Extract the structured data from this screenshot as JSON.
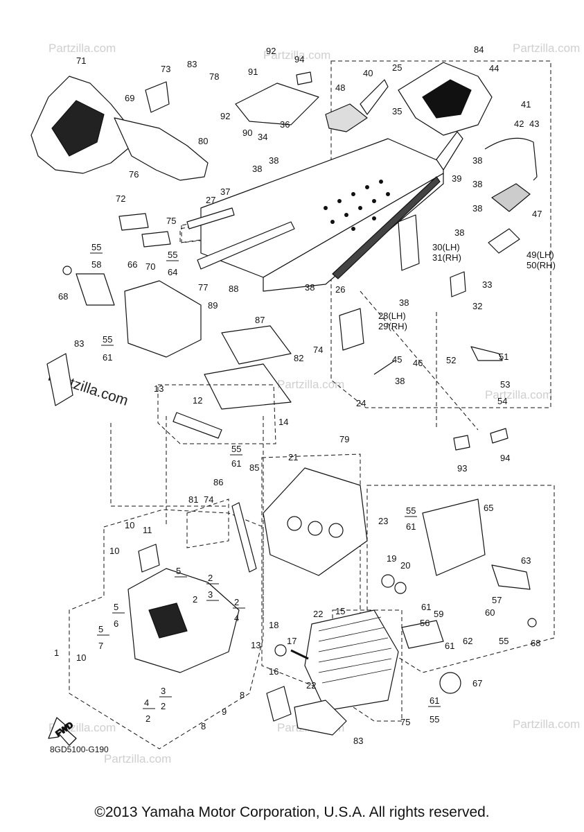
{
  "diagram": {
    "code": "8GD5100-G190",
    "fwd_label": "FWD",
    "watermark": "Partzilla.com",
    "callouts": [
      {
        "id": "c71",
        "text": "71"
      },
      {
        "id": "c73",
        "text": "73"
      },
      {
        "id": "c83a",
        "text": "83"
      },
      {
        "id": "c78",
        "text": "78"
      },
      {
        "id": "c92a",
        "text": "92"
      },
      {
        "id": "c91",
        "text": "91"
      },
      {
        "id": "c94a",
        "text": "94"
      },
      {
        "id": "c48",
        "text": "48"
      },
      {
        "id": "c40",
        "text": "40"
      },
      {
        "id": "c25",
        "text": "25"
      },
      {
        "id": "c84",
        "text": "84"
      },
      {
        "id": "c44",
        "text": "44"
      },
      {
        "id": "c69",
        "text": "69"
      },
      {
        "id": "c92b",
        "text": "92"
      },
      {
        "id": "c90",
        "text": "90"
      },
      {
        "id": "c36",
        "text": "36"
      },
      {
        "id": "c35",
        "text": "35"
      },
      {
        "id": "c41",
        "text": "41"
      },
      {
        "id": "c42",
        "text": "42"
      },
      {
        "id": "c43",
        "text": "43"
      },
      {
        "id": "c80",
        "text": "80"
      },
      {
        "id": "c34",
        "text": "34"
      },
      {
        "id": "c38a",
        "text": "38"
      },
      {
        "id": "c38b",
        "text": "38"
      },
      {
        "id": "c38c",
        "text": "38"
      },
      {
        "id": "c39",
        "text": "39"
      },
      {
        "id": "c38d",
        "text": "38"
      },
      {
        "id": "c76",
        "text": "76"
      },
      {
        "id": "c37",
        "text": "37"
      },
      {
        "id": "c72",
        "text": "72"
      },
      {
        "id": "c27",
        "text": "27"
      },
      {
        "id": "c38e",
        "text": "38"
      },
      {
        "id": "c47",
        "text": "47"
      },
      {
        "id": "c75a",
        "text": "75"
      },
      {
        "id": "c38f",
        "text": "38"
      },
      {
        "id": "c70",
        "text": "70"
      },
      {
        "id": "c55a",
        "text": "55"
      },
      {
        "id": "c58",
        "text": "58"
      },
      {
        "id": "c3031",
        "text": "30(LH)\n31(RH)"
      },
      {
        "id": "c4950",
        "text": "49(LH)\n50(RH)"
      },
      {
        "id": "c55b",
        "text": "55"
      },
      {
        "id": "c64",
        "text": "64"
      },
      {
        "id": "c66",
        "text": "66"
      },
      {
        "id": "c68a",
        "text": "68"
      },
      {
        "id": "c77",
        "text": "77"
      },
      {
        "id": "c26",
        "text": "26"
      },
      {
        "id": "c33",
        "text": "33"
      },
      {
        "id": "c38g",
        "text": "38"
      },
      {
        "id": "c32",
        "text": "32"
      },
      {
        "id": "c88",
        "text": "88"
      },
      {
        "id": "c89",
        "text": "89"
      },
      {
        "id": "c38h",
        "text": "38"
      },
      {
        "id": "c2829",
        "text": "28(LH)\n29(RH)"
      },
      {
        "id": "c87",
        "text": "87"
      },
      {
        "id": "c83b",
        "text": "83"
      },
      {
        "id": "c55c",
        "text": "55"
      },
      {
        "id": "c61a",
        "text": "61"
      },
      {
        "id": "c82",
        "text": "82"
      },
      {
        "id": "c74a",
        "text": "74"
      },
      {
        "id": "c46",
        "text": "46"
      },
      {
        "id": "c52",
        "text": "52"
      },
      {
        "id": "c51",
        "text": "51"
      },
      {
        "id": "c45",
        "text": "45"
      },
      {
        "id": "c38i",
        "text": "38"
      },
      {
        "id": "c53",
        "text": "53"
      },
      {
        "id": "c54",
        "text": "54"
      },
      {
        "id": "c24",
        "text": "24"
      },
      {
        "id": "c13a",
        "text": "13"
      },
      {
        "id": "c12",
        "text": "12"
      },
      {
        "id": "c14",
        "text": "14"
      },
      {
        "id": "c93",
        "text": "93"
      },
      {
        "id": "c94b",
        "text": "94"
      },
      {
        "id": "c79",
        "text": "79"
      },
      {
        "id": "c21",
        "text": "21"
      },
      {
        "id": "c55d",
        "text": "55"
      },
      {
        "id": "c61b",
        "text": "61"
      },
      {
        "id": "c85",
        "text": "85"
      },
      {
        "id": "c86",
        "text": "86"
      },
      {
        "id": "c81",
        "text": "81"
      },
      {
        "id": "c74b",
        "text": "74"
      },
      {
        "id": "c55e",
        "text": "55"
      },
      {
        "id": "c61c",
        "text": "61"
      },
      {
        "id": "c65",
        "text": "65"
      },
      {
        "id": "c23",
        "text": "23"
      },
      {
        "id": "c10a",
        "text": "10"
      },
      {
        "id": "c11",
        "text": "11"
      },
      {
        "id": "c10b",
        "text": "10"
      },
      {
        "id": "c63",
        "text": "63"
      },
      {
        "id": "c19",
        "text": "19"
      },
      {
        "id": "c20",
        "text": "20"
      },
      {
        "id": "c5a",
        "text": "5"
      },
      {
        "id": "c2a",
        "text": "2"
      },
      {
        "id": "c3a",
        "text": "3"
      },
      {
        "id": "c57",
        "text": "57"
      },
      {
        "id": "c2b",
        "text": "2"
      },
      {
        "id": "c2c",
        "text": "2"
      },
      {
        "id": "c4a",
        "text": "4"
      },
      {
        "id": "c61d",
        "text": "61"
      },
      {
        "id": "c56",
        "text": "56"
      },
      {
        "id": "c60",
        "text": "60"
      },
      {
        "id": "c59",
        "text": "59"
      },
      {
        "id": "c5b",
        "text": "5"
      },
      {
        "id": "c6",
        "text": "6"
      },
      {
        "id": "c22a",
        "text": "22"
      },
      {
        "id": "c15",
        "text": "15"
      },
      {
        "id": "c18",
        "text": "18"
      },
      {
        "id": "c62",
        "text": "62"
      },
      {
        "id": "c55f",
        "text": "55"
      },
      {
        "id": "c68b",
        "text": "68"
      },
      {
        "id": "c5c",
        "text": "5"
      },
      {
        "id": "c7",
        "text": "7"
      },
      {
        "id": "c1",
        "text": "1"
      },
      {
        "id": "c17",
        "text": "17"
      },
      {
        "id": "c61e",
        "text": "61"
      },
      {
        "id": "c13b",
        "text": "13"
      },
      {
        "id": "c10c",
        "text": "10"
      },
      {
        "id": "c16",
        "text": "16"
      },
      {
        "id": "c67",
        "text": "67"
      },
      {
        "id": "c3b",
        "text": "3"
      },
      {
        "id": "c2d",
        "text": "2"
      },
      {
        "id": "c8a",
        "text": "8"
      },
      {
        "id": "c9",
        "text": "9"
      },
      {
        "id": "c22b",
        "text": "22"
      },
      {
        "id": "c4b",
        "text": "4"
      },
      {
        "id": "c2e",
        "text": "2"
      },
      {
        "id": "c61f",
        "text": "61"
      },
      {
        "id": "c55g",
        "text": "55"
      },
      {
        "id": "c75b",
        "text": "75"
      },
      {
        "id": "c8b",
        "text": "8"
      },
      {
        "id": "c83c",
        "text": "83"
      }
    ]
  },
  "copyright": "©2013 Yamaha Motor Corporation, U.S.A. All rights reserved."
}
